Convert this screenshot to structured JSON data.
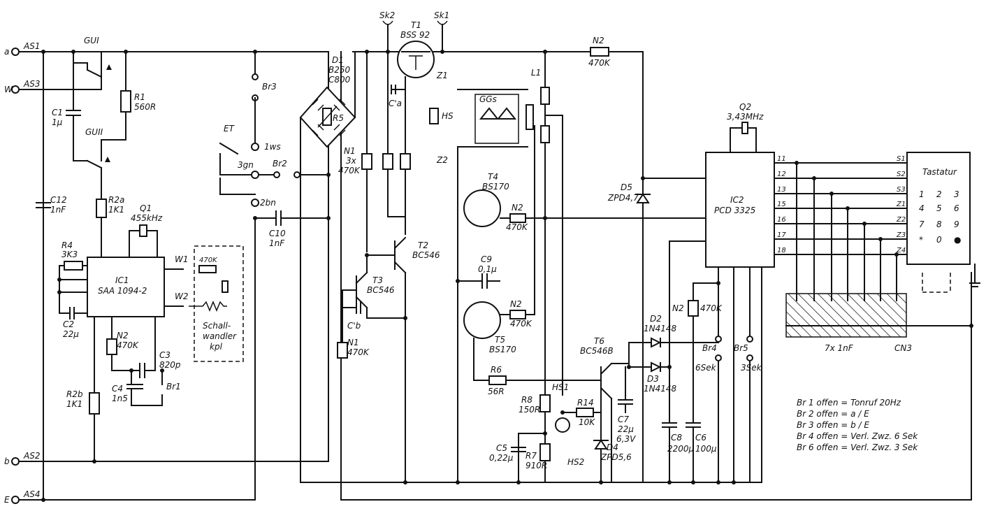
{
  "terminals": {
    "a": "a",
    "as1": "AS1",
    "w": "W",
    "as3": "AS3",
    "b": "b",
    "as2": "AS2",
    "e": "E",
    "as4": "AS4"
  },
  "connectors": {
    "sk2": "Sk2",
    "sk1": "Sk1"
  },
  "components": {
    "gu1": "GUI",
    "gu2": "GUII",
    "r1": "R1",
    "r1_val": "560R",
    "c1": "C1",
    "c1_val": "1µ",
    "c12": "C12",
    "c12_val": "1nF",
    "r2a": "R2a",
    "r2a_val": "1K1",
    "r2b": "R2b",
    "r2b_val": "1K1",
    "r4": "R4",
    "r4_val": "3K3",
    "c2": "C2",
    "c2_val": "22µ",
    "q1": "Q1",
    "q1_val": "455kHz",
    "ic1": "IC1",
    "ic1_val": "SAA 1094-2",
    "w1": "W1",
    "w2": "W2",
    "w1_res": "470K",
    "schall": "Schall-",
    "wandler": "wandler",
    "kpl": "kpl",
    "n2a": "N2",
    "n2a_val": "470K",
    "c3": "C3",
    "c3_val": "820p",
    "c4": "C4",
    "c4_val": "1n5",
    "br1": "Br1",
    "br2": "Br2",
    "br3": "Br3",
    "br4": "Br4",
    "br5": "Br5",
    "et": "ET",
    "ws": "1ws",
    "gn": "3gn",
    "bn": "2bn",
    "c10": "C10",
    "c10_val": "1nF",
    "d1": "D1",
    "d1_val1": "B250",
    "d1_val2": "C800",
    "r5": "R5",
    "n1a": "N1",
    "n1a_val1": "3x",
    "n1a_val2": "470K",
    "n1b": "N1",
    "n1b_val": "470K",
    "t1": "T1",
    "t1_val": "BSS 92",
    "ca": "C'a",
    "cb": "C'b",
    "t2": "T2",
    "t2_val": "BC546",
    "t3": "T3",
    "t3_val": "BC546",
    "z1": "Z1",
    "z2": "Z2",
    "hs": "HS",
    "ggs": "GGs",
    "t4": "T4",
    "t4_val": "BS170",
    "t5": "T5",
    "t5_val": "BS170",
    "n2b": "N2",
    "n2b_val": "470K",
    "n2c": "N2",
    "n2c_val": "470K",
    "c9": "C9",
    "c9_val": "0,1µ",
    "r6": "R6",
    "r6_val": "56R",
    "l1": "L1",
    "n2top": "N2",
    "n2top_val": "470K",
    "r8": "R8",
    "r8_val": "150R",
    "r7": "R7",
    "r7_val": "910R",
    "c5": "C5",
    "c5_val": "0,22µ",
    "hs1": "HS1",
    "hs2": "HS2",
    "r14": "R14",
    "r14_val": "10K",
    "t6": "T6",
    "t6_val": "BC546B",
    "c7": "C7",
    "c7_val1": "22µ",
    "c7_val2": "6,3V",
    "d4": "D4",
    "d4_val": "ZPD5,6",
    "d2": "D2",
    "d2_val": "1N4148",
    "d3": "D3",
    "d3_val": "1N4148",
    "d5": "D5",
    "d5_val": "ZPD4,7",
    "c8": "C8",
    "c8_val": "2200µ",
    "c6": "C6",
    "c6_val": "100µ",
    "n2d": "N2",
    "n2d_val": "470K",
    "br4_t": "6Sek",
    "br5_t": "3Sek",
    "q2": "Q2",
    "q2_val": "3,43MHz",
    "ic2": "IC2",
    "ic2_val": "PCD 3325",
    "cn3": "CN3",
    "cn3_val": "7x 1nF",
    "tastatur": "Tastatur"
  },
  "keys": [
    "1",
    "2",
    "3",
    "4",
    "5",
    "6",
    "7",
    "8",
    "9",
    "*",
    "0",
    "●"
  ],
  "ic2_pins_right": [
    "11",
    "12",
    "13",
    "15",
    "16",
    "17",
    "18"
  ],
  "key_lines": [
    "S1",
    "S2",
    "S3",
    "Z1",
    "Z2",
    "Z3",
    "Z4"
  ],
  "notes": [
    "Br 1 offen  =  Tonruf 20Hz",
    "Br 2 offen  =  a / E",
    "Br 3 offen  =  b / E",
    "Br 4 offen  =  Verl. Zwz. 6 Sek",
    "Br 6 offen  =  Verl. Zwz. 3 Sek"
  ]
}
